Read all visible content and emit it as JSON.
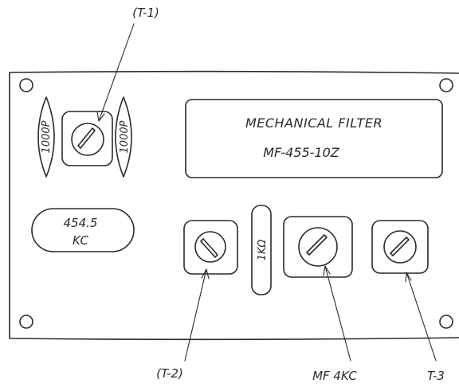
{
  "labels": {
    "t1": "(T-1)",
    "t2": "(T-2)",
    "t3": "T-3",
    "mf4kc": "MF 4KC"
  },
  "capacitors": {
    "left": "1000P",
    "right": "1000P"
  },
  "crystal": {
    "line1": "454.5",
    "line2": "KC"
  },
  "filter": {
    "line1": "MECHANICAL  FILTER",
    "line2": "MF-455-10Z"
  },
  "resistor": "1KΩ",
  "colors": {
    "ink": "#2a2a2a",
    "paper": "#ffffff"
  }
}
